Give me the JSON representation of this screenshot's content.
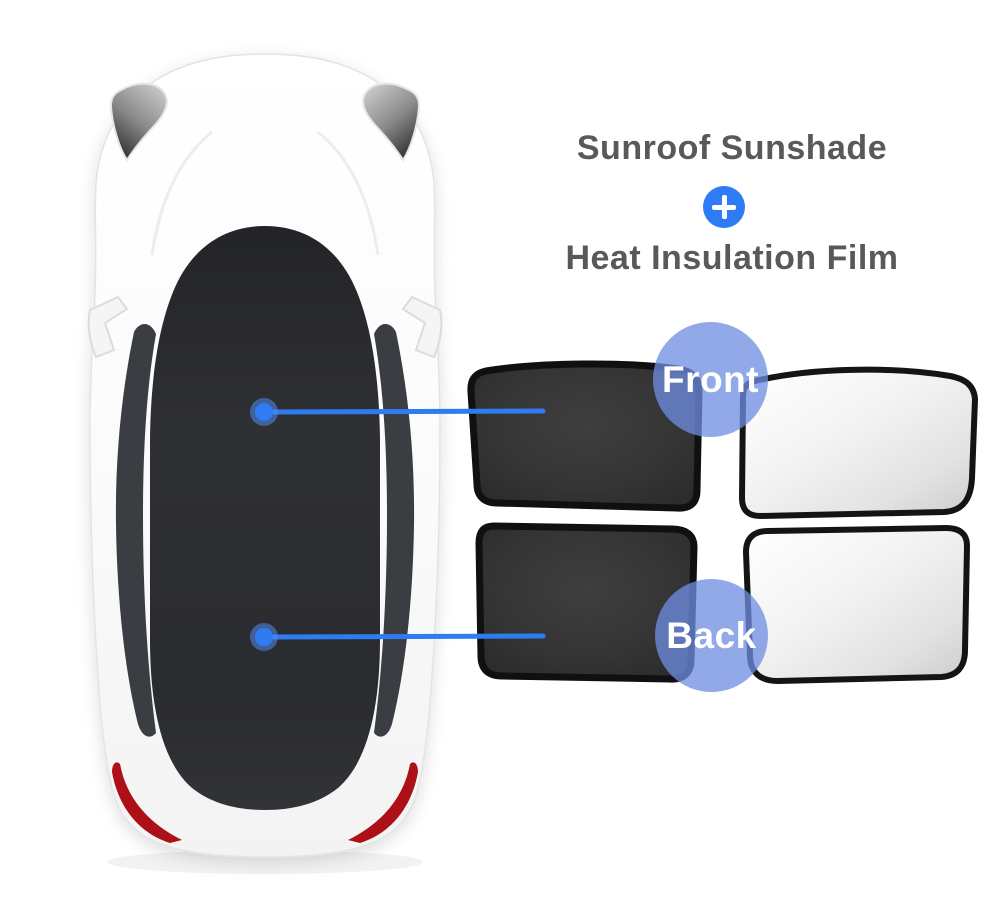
{
  "heading": {
    "line1": "Sunroof Sunshade",
    "line2": "Heat Insulation Film",
    "text_color": "#58595b",
    "plus_icon": {
      "name": "plus-icon",
      "glyph": "+",
      "background": "#2e7cf5",
      "foreground": "#ffffff"
    }
  },
  "callouts": {
    "front": {
      "label": "Front"
    },
    "back": {
      "label": "Back"
    },
    "circle_color": "rgba(110,140,226,0.76)",
    "line_color": "#2e7bf2",
    "dot_color": "#2e7bf2"
  },
  "car": {
    "description": "white car top view with black panoramic glass roof",
    "body_color": "#ffffff",
    "roof_color": "#2b2c30",
    "side_window_color": "#3a3d41",
    "tail_accent_color": "#ad1016"
  },
  "panels": {
    "front_black": {
      "fill": "#353535",
      "border": "#101010"
    },
    "front_silver": {
      "fill": "#efefef",
      "border": "#141414"
    },
    "back_black": {
      "fill": "#343434",
      "border": "#101010"
    },
    "back_silver": {
      "fill": "#ededed",
      "border": "#141414"
    }
  }
}
